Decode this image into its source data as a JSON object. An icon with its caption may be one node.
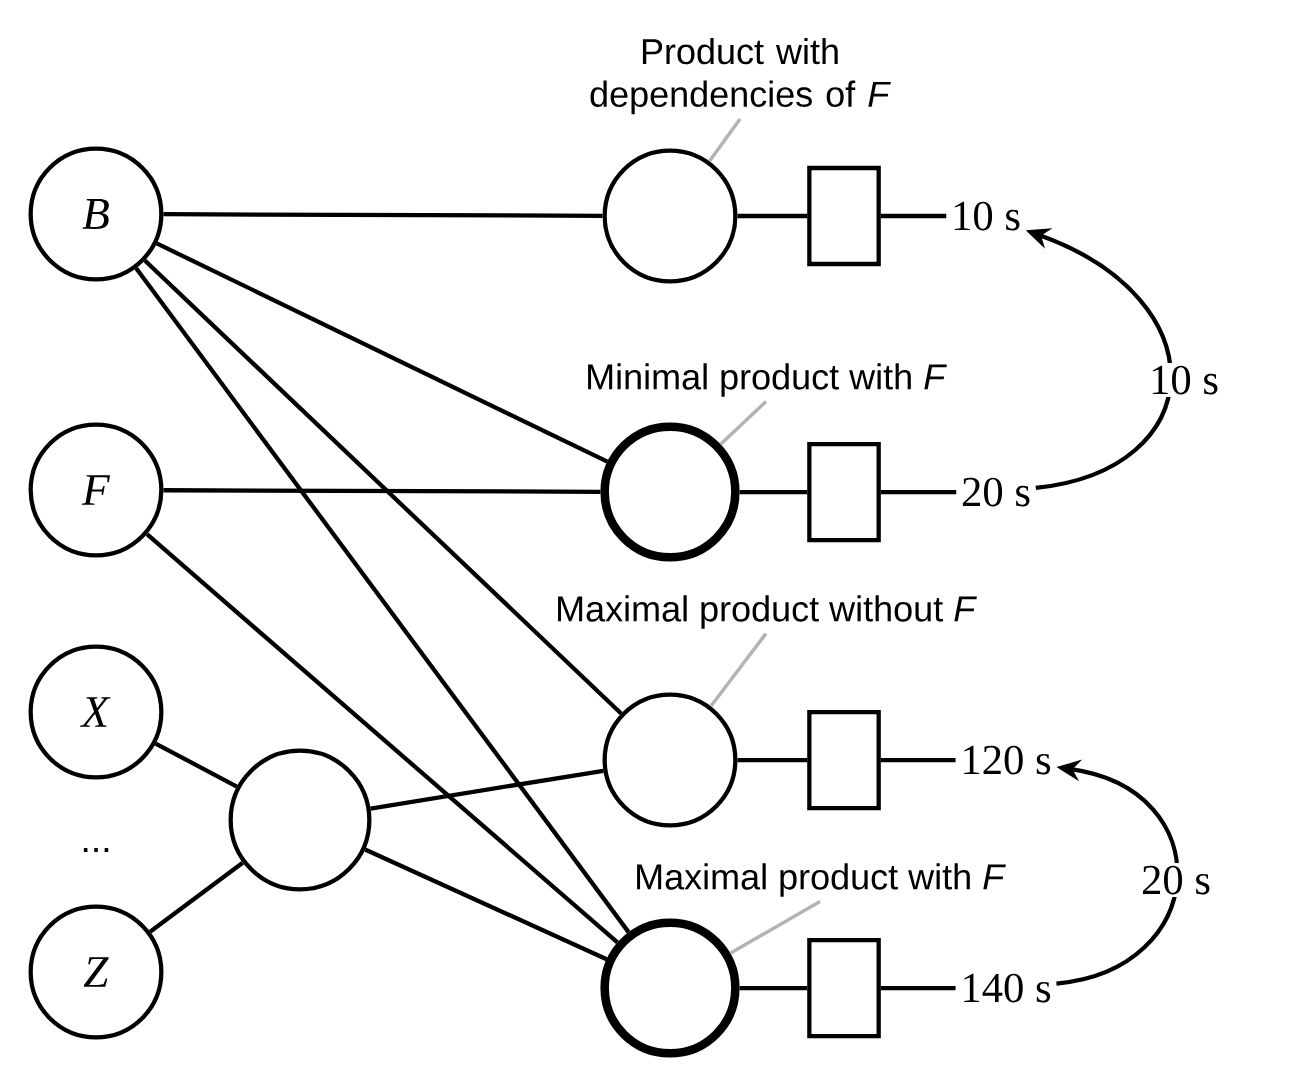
{
  "diagram": {
    "nodes": [
      {
        "text": [
          "*B*"
        ]
      },
      {
        "text": [
          "*F*"
        ]
      },
      {
        "text": [
          "*X*"
        ]
      },
      {
        "text": [
          "*Z*"
        ]
      },
      {
        "text": [],
        "shape": "circle"
      },
      {
        "text": [],
        "shape": "circle"
      },
      {
        "text": [],
        "shape": "circle"
      },
      {
        "text": [],
        "shape": "circle"
      },
      {
        "text": [],
        "shape": "circle"
      },
      {
        "text": [],
        "shape": "box"
      },
      {
        "text": [],
        "shape": "box"
      },
      {
        "text": [],
        "shape": "box"
      },
      {
        "text": [],
        "shape": "box"
      },
      {
        "text": [
          "10 s"
        ]
      },
      {
        "text": [
          "20 s"
        ]
      },
      {
        "text": [
          "120 s"
        ]
      },
      {
        "text": [
          "140 s"
        ]
      },
      {
        "text": [
          "Product with dependencies of *F*"
        ]
      },
      {
        "text": [
          "Minimal product with *F*"
        ]
      },
      {
        "text": [
          "Maximal product without *F*"
        ]
      },
      {
        "text": [
          "Maximal product with *F*"
        ]
      }
    ],
    "edges": [
      {
        "from": 0,
        "to": 5,
        "arrow": "none"
      },
      {
        "from": 0,
        "to": 6,
        "arrow": "none"
      },
      {
        "from": 0,
        "to": 7,
        "arrow": "none"
      },
      {
        "from": 0,
        "to": 8,
        "arrow": "none"
      },
      {
        "from": 1,
        "to": 6,
        "arrow": "none"
      },
      {
        "from": 1,
        "to": 8,
        "arrow": "none"
      },
      {
        "from": 2,
        "to": 4,
        "arrow": "none"
      },
      {
        "from": 3,
        "to": 4,
        "arrow": "none"
      },
      {
        "from": 4,
        "to": 7,
        "arrow": "none"
      },
      {
        "from": 4,
        "to": 8,
        "arrow": "none"
      },
      {
        "from": 5,
        "to": 9,
        "arrow": "none"
      },
      {
        "from": 6,
        "to": 10,
        "arrow": "none"
      },
      {
        "from": 7,
        "to": 11,
        "arrow": "none"
      },
      {
        "from": 8,
        "to": 12,
        "arrow": "none"
      },
      {
        "from": 9,
        "to": 13,
        "arrow": "none"
      },
      {
        "from": 10,
        "to": 14,
        "arrow": "none"
      },
      {
        "from": 11,
        "to": 15,
        "arrow": "none"
      },
      {
        "from": 12,
        "to": 16,
        "arrow": "none"
      },
      {
        "from": 17,
        "to": 5,
        "arrow": "none",
        "color": "#b3b3b3"
      },
      {
        "from": 18,
        "to": 6,
        "arrow": "none",
        "color": "#b3b3b3"
      },
      {
        "from": 19,
        "to": 7,
        "arrow": "none",
        "color": "#b3b3b3"
      },
      {
        "from": 20,
        "to": 8,
        "arrow": "none",
        "color": "#b3b3b3"
      },
      {
        "from": 14,
        "to": 13,
        "arrow": "to",
        "label": "10 s"
      },
      {
        "from": 16,
        "to": 15,
        "arrow": "to",
        "label": "20 s"
      }
    ],
    "labels": [
      "..."
    ]
  }
}
